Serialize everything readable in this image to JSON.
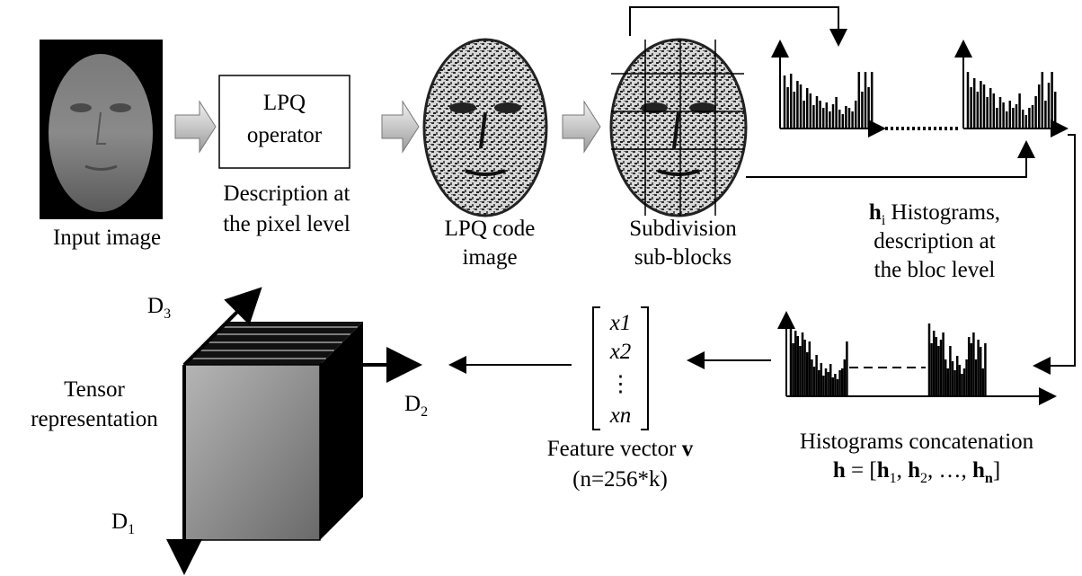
{
  "input_image": {
    "label": "Input image"
  },
  "lpq_operator": {
    "line1": "LPQ",
    "line2": "operator"
  },
  "pixel_desc": {
    "line1": "Description at",
    "line2": "the pixel level"
  },
  "lpq_code": {
    "line1": "LPQ code",
    "line2": "image"
  },
  "subdivision": {
    "line1": "Subdivision",
    "line2": "sub-blocks"
  },
  "hi_histograms": {
    "bold": "h",
    "sub": "i",
    "line1_rest": " Histograms,",
    "line2": "description at",
    "line3": "the bloc level"
  },
  "concatenation": {
    "line1": "Histograms concatenation",
    "formula_lhs": "h",
    "formula_eq": " = [",
    "h1": "h",
    "h1_sub": "1",
    "h2": "h",
    "h2_sub": "2",
    "ellipsis": ", …, ",
    "hn": "h",
    "hn_sub": "n",
    "close": "]"
  },
  "feature_vector": {
    "entries": [
      "x1",
      "x2",
      "⋮",
      "xn"
    ],
    "label_text": "Feature vector ",
    "label_bold": "v",
    "size_note": "(n=256*k)"
  },
  "tensor": {
    "label_line1": "Tensor",
    "label_line2": "representation",
    "d1": "D",
    "d1_sub": "1",
    "d2": "D",
    "d2_sub": "2",
    "d3": "D",
    "d3_sub": "3"
  }
}
